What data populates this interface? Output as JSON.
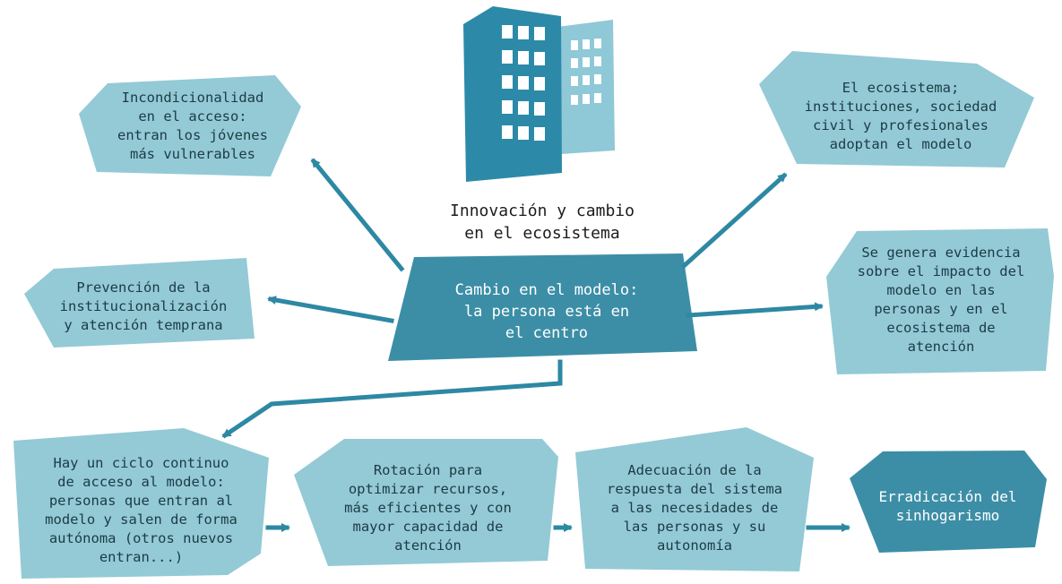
{
  "colors": {
    "light_box": "#93cad6",
    "dark_box": "#3c8ea6",
    "arrow": "#2d88a3",
    "building_front": "#2c8aa8",
    "building_back": "#8fc8d6",
    "text_dark": "#1c3b45",
    "text_light": "#ffffff"
  },
  "building": {
    "icon": "office-building-icon",
    "caption_line1": "Innovación y cambio",
    "caption_line2": "en el ecosistema"
  },
  "center": {
    "line1": "Cambio en el modelo:",
    "line2": "la persona está en",
    "line3": "el centro"
  },
  "top_left": {
    "line1": "Incondicionalidad",
    "line2": "en el acceso:",
    "line3": "entran los jóvenes",
    "line4": "más vulnerables"
  },
  "mid_left": {
    "line1": "Prevención de la",
    "line2": "institucionalización",
    "line3": "y atención temprana"
  },
  "top_right": {
    "line1": "El ecosistema;",
    "line2": "instituciones, sociedad",
    "line3": "civil y profesionales",
    "line4": "adoptan el modelo"
  },
  "mid_right": {
    "line1": "Se genera evidencia",
    "line2": "sobre el impacto del",
    "line3": "modelo en las",
    "line4": "personas y en el",
    "line5": "ecosistema de",
    "line6": "atención"
  },
  "cycle": {
    "line1": "Hay un ciclo continuo",
    "line2": "de acceso al modelo:",
    "line3": "personas que entran al",
    "line4": "modelo y salen de forma",
    "line5": "autónoma (otros nuevos",
    "line6": "entran...)"
  },
  "rotation": {
    "line1": "Rotación para",
    "line2": "optimizar recursos,",
    "line3": "más eficientes y con",
    "line4": "mayor capacidad de",
    "line5": "atención"
  },
  "adequacy": {
    "line1": "Adecuación de la",
    "line2": "respuesta del sistema",
    "line3": "a las necesidades de",
    "line4": "las personas y su",
    "line5": "autonomía"
  },
  "goal": {
    "line1": "Erradicación del",
    "line2": "sinhogarismo"
  }
}
